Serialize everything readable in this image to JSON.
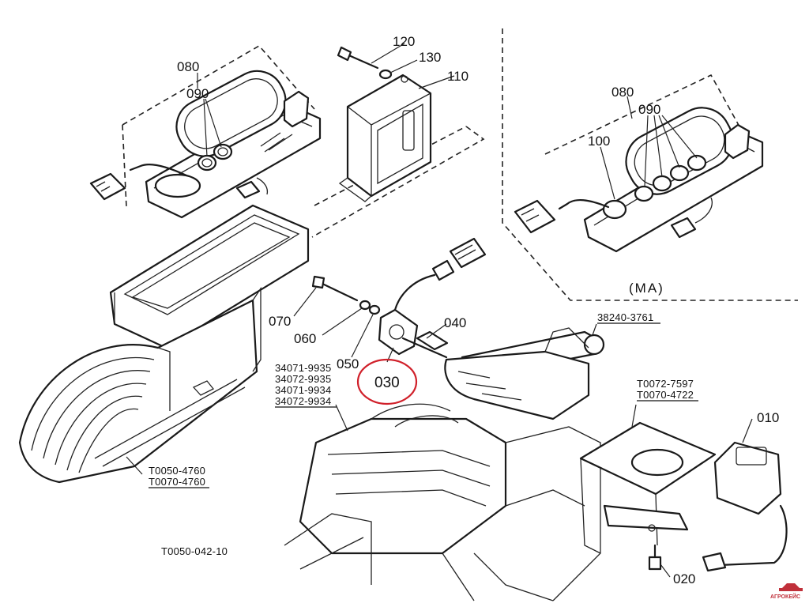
{
  "diagram": {
    "part_labels": {
      "p010": "010",
      "p020": "020",
      "p030": "030",
      "p040": "040",
      "p050": "050",
      "p060": "060",
      "p070": "070",
      "p080_left": "080",
      "p080_right": "080",
      "p090_left": "090",
      "p090_right": "090",
      "p100": "100",
      "p110": "110",
      "p120": "120",
      "p130": "130"
    },
    "ref_codes": {
      "r38240": "38240-3761",
      "r_t0072": "T0072-7597",
      "r_t0070": "T0070-4722",
      "r34071a": "34071-9935",
      "r34072a": "34072-9935",
      "r34071b": "34071-9934",
      "r34072b": "34072-9934",
      "r_t0050": "T0050-4760",
      "r_t0070b": "T0070-4760"
    },
    "inset_label": "(MA)",
    "figure_code": "T0050-042-10",
    "watermark": "АГРОКЕЙС",
    "highlight_color": "#d0202a"
  }
}
